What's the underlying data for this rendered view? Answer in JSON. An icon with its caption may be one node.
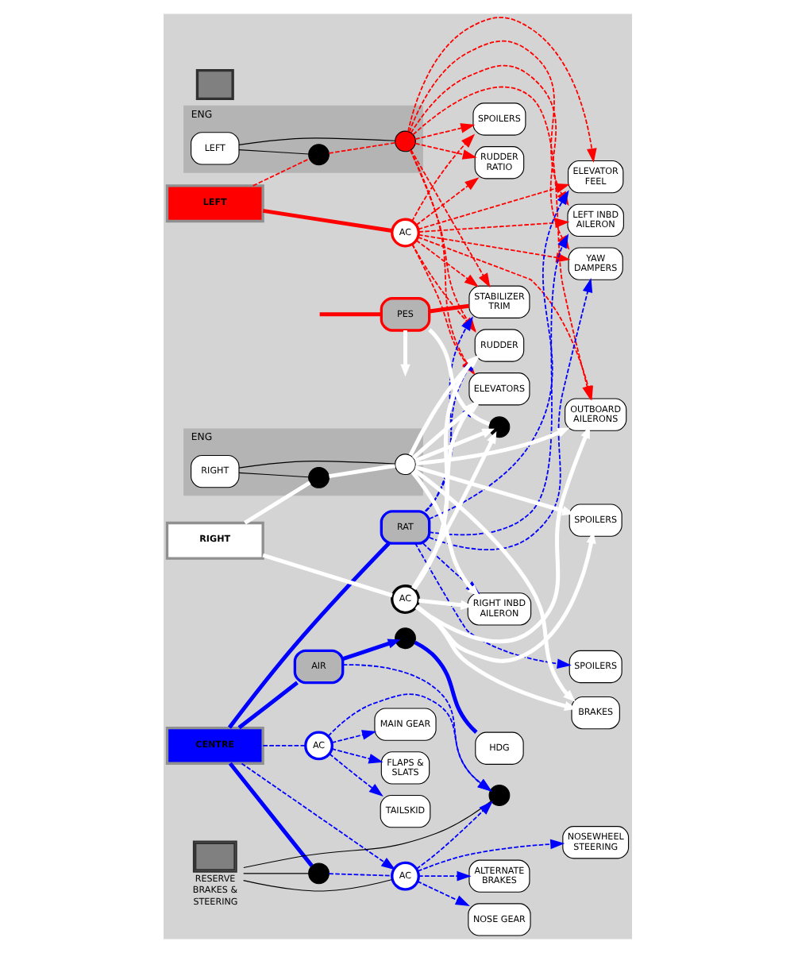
{
  "diagram": {
    "nodes": [
      {
        "text": [
          "LEFT"
        ]
      },
      {
        "text": [
          "CENTRE"
        ]
      },
      {
        "text": [
          "RIGHT"
        ]
      },
      {
        "text": [
          "ENG"
        ]
      },
      {
        "text": [
          "LEFT"
        ],
        "in": 3
      },
      {
        "text": [],
        "shape": "circle",
        "in": 3
      },
      {
        "text": [],
        "shape": "circle",
        "in": 3
      },
      {
        "text": [
          "AC"
        ]
      },
      {
        "text": [],
        "shape": "circle"
      },
      {
        "text": [
          "RESERVE BRAKES & STEERING"
        ]
      },
      {
        "text": [
          "AC"
        ]
      },
      {
        "text": [
          "AC"
        ]
      },
      {
        "text": [
          "AIR"
        ]
      },
      {
        "text": [],
        "shape": "box"
      },
      {
        "text": [
          "RAT"
        ]
      },
      {
        "text": [
          "AC"
        ]
      },
      {
        "text": [
          "ENG"
        ]
      },
      {
        "text": [],
        "shape": "circle",
        "in": 16
      },
      {
        "text": [
          "RIGHT"
        ],
        "in": 16
      },
      {
        "text": [],
        "shape": "circle",
        "in": 16
      },
      {
        "text": [
          "ALTERNATE BRAKES"
        ]
      },
      {
        "text": [],
        "shape": "circle"
      },
      {
        "text": [
          "NOSE GEAR"
        ]
      },
      {
        "text": [],
        "shape": "circle"
      },
      {
        "text": [
          "HDG"
        ]
      },
      {
        "text": [
          "NOSEWHEEL STEERING"
        ]
      },
      {
        "text": [
          "TAILSKID"
        ]
      },
      {
        "text": [
          "MAIN GEAR"
        ]
      },
      {
        "text": [
          "FLAPS & SLATS"
        ]
      },
      {
        "text": [
          "RUDDER RATIO"
        ]
      },
      {
        "text": [
          "ELEVATOR FEEL"
        ]
      },
      {
        "text": [
          "BRAKES"
        ]
      },
      {
        "text": [
          "YAW DAMPERS"
        ]
      },
      {
        "text": [],
        "shape": "circle"
      },
      {
        "text": [
          "PES"
        ]
      },
      {
        "text": [
          "STABILIZER TRIM"
        ]
      },
      {
        "text": [
          "LEFT INBD AILERON"
        ]
      },
      {
        "text": [
          "RIGHT INBD AILERON"
        ]
      },
      {
        "text": [
          "OUTBOARD AILERONS"
        ]
      },
      {
        "text": [
          "SPOILERS"
        ]
      },
      {
        "text": [
          "SPOILERS"
        ]
      },
      {
        "text": [
          "SPOILERS"
        ]
      },
      {
        "text": [
          "ELEVATORS"
        ]
      },
      {
        "text": [
          "RUDDER"
        ]
      }
    ],
    "edges": [
      {
        "from": 0,
        "to": 5,
        "arrow": "none",
        "style": "dashed",
        "color": "#ff0000"
      },
      {
        "from": 5,
        "to": 6,
        "arrow": "none",
        "style": "dashed",
        "color": "#ff0000"
      },
      {
        "from": 0,
        "to": 7,
        "arrow": "none",
        "style": "thick",
        "color": "#ff0000"
      },
      {
        "from": 4,
        "to": 5,
        "arrow": "none",
        "color": "#000000"
      },
      {
        "from": 4,
        "to": 6,
        "arrow": "none",
        "color": "#000000"
      },
      {
        "from": 6,
        "to": 29,
        "arrow": "to",
        "style": "dashed",
        "color": "#ff0000"
      },
      {
        "from": 6,
        "to": 30,
        "arrow": "to",
        "style": "dashed",
        "color": "#ff0000"
      },
      {
        "from": 6,
        "to": 32,
        "arrow": "to",
        "style": "dashed",
        "color": "#ff0000"
      },
      {
        "from": 6,
        "to": 35,
        "arrow": "to",
        "style": "dashed",
        "color": "#ff0000"
      },
      {
        "from": 6,
        "to": 36,
        "arrow": "to",
        "style": "dashed",
        "color": "#ff0000"
      },
      {
        "from": 6,
        "to": 38,
        "arrow": "to",
        "style": "dashed",
        "color": "#ff0000"
      },
      {
        "from": 6,
        "to": 39,
        "arrow": "to",
        "style": "dashed",
        "color": "#ff0000"
      },
      {
        "from": 6,
        "to": 42,
        "arrow": "to",
        "style": "dashed",
        "color": "#ff0000"
      },
      {
        "from": 6,
        "to": 43,
        "arrow": "to",
        "style": "dashed",
        "color": "#ff0000"
      },
      {
        "from": 7,
        "to": 29,
        "arrow": "to",
        "style": "dashed",
        "color": "#ff0000"
      },
      {
        "from": 7,
        "to": 30,
        "arrow": "to",
        "style": "dashed",
        "color": "#ff0000"
      },
      {
        "from": 7,
        "to": 32,
        "arrow": "to",
        "style": "dashed",
        "color": "#ff0000"
      },
      {
        "from": 7,
        "to": 35,
        "arrow": "to",
        "style": "dashed",
        "color": "#ff0000"
      },
      {
        "from": 7,
        "to": 36,
        "arrow": "to",
        "style": "dashed",
        "color": "#ff0000"
      },
      {
        "from": 7,
        "to": 38,
        "arrow": "to",
        "style": "dashed",
        "color": "#ff0000"
      },
      {
        "from": 7,
        "to": 39,
        "arrow": "to",
        "style": "dashed",
        "color": "#ff0000"
      },
      {
        "from": 7,
        "to": 42,
        "arrow": "to",
        "style": "dashed",
        "color": "#ff0000"
      },
      {
        "from": 7,
        "to": 43,
        "arrow": "to",
        "style": "dashed",
        "color": "#ff0000"
      },
      {
        "from": null,
        "to": 34,
        "arrow": "none",
        "style": "thick",
        "color": "#ff0000"
      },
      {
        "from": 34,
        "to": 35,
        "arrow": "none",
        "style": "thick",
        "color": "#ff0000"
      },
      {
        "from": 1,
        "to": 8,
        "arrow": "none",
        "style": "thick",
        "color": "#0000ff"
      },
      {
        "from": 8,
        "to": 10,
        "arrow": "none",
        "style": "dashed",
        "color": "#0000ff"
      },
      {
        "from": 1,
        "to": 10,
        "arrow": "to",
        "style": "dashed",
        "color": "#0000ff"
      },
      {
        "from": 1,
        "to": 11,
        "arrow": "none",
        "style": "dashed",
        "color": "#0000ff"
      },
      {
        "from": 1,
        "to": 12,
        "arrow": "none",
        "style": "thick",
        "color": "#0000ff"
      },
      {
        "from": 1,
        "to": 14,
        "arrow": "none",
        "style": "thick",
        "color": "#0000ff"
      },
      {
        "from": 9,
        "to": 8,
        "arrow": "none",
        "color": "#000000"
      },
      {
        "from": 9,
        "to": 10,
        "arrow": "none",
        "color": "#000000"
      },
      {
        "from": 9,
        "to": 21,
        "arrow": "none",
        "color": "#000000"
      },
      {
        "from": 10,
        "to": 20,
        "arrow": "to",
        "style": "dashed",
        "color": "#0000ff"
      },
      {
        "from": 10,
        "to": 22,
        "arrow": "to",
        "style": "dashed",
        "color": "#0000ff"
      },
      {
        "from": 10,
        "to": 25,
        "arrow": "to",
        "style": "dashed",
        "color": "#0000ff"
      },
      {
        "from": 10,
        "to": 21,
        "arrow": "to",
        "style": "dashed",
        "color": "#0000ff"
      },
      {
        "from": 11,
        "to": 21,
        "arrow": "to",
        "style": "dashed",
        "color": "#0000ff"
      },
      {
        "from": 12,
        "to": 21,
        "arrow": "to",
        "style": "dashed",
        "color": "#0000ff"
      },
      {
        "from": 11,
        "to": 26,
        "arrow": "to",
        "style": "dashed",
        "color": "#0000ff"
      },
      {
        "from": 11,
        "to": 27,
        "arrow": "to",
        "style": "dashed",
        "color": "#0000ff"
      },
      {
        "from": 11,
        "to": 28,
        "arrow": "to",
        "style": "dashed",
        "color": "#0000ff"
      },
      {
        "from": 12,
        "to": 23,
        "arrow": "to",
        "style": "thick",
        "color": "#0000ff"
      },
      {
        "from": 23,
        "to": 24,
        "arrow": "none",
        "style": "thick",
        "color": "#0000ff"
      },
      {
        "from": 14,
        "to": 30,
        "arrow": "to",
        "style": "dashed",
        "color": "#0000ff"
      },
      {
        "from": 14,
        "to": 32,
        "arrow": "to",
        "style": "dashed",
        "color": "#0000ff"
      },
      {
        "from": 14,
        "to": 35,
        "arrow": "to",
        "style": "dashed",
        "color": "#0000ff"
      },
      {
        "from": 14,
        "to": 36,
        "arrow": "to",
        "style": "dashed",
        "color": "#0000ff"
      },
      {
        "from": 14,
        "to": 37,
        "arrow": "to",
        "style": "dashed",
        "color": "#0000ff"
      },
      {
        "from": 14,
        "to": 40,
        "arrow": "to",
        "style": "dashed",
        "color": "#0000ff"
      },
      {
        "from": 14,
        "to": 42,
        "arrow": "to",
        "style": "dashed",
        "color": "#0000ff"
      },
      {
        "from": 14,
        "to": 43,
        "arrow": "to",
        "style": "dashed",
        "color": "#0000ff"
      },
      {
        "from": 2,
        "to": 17,
        "arrow": "none",
        "style": "thick",
        "color": "#ffffff"
      },
      {
        "from": 17,
        "to": 19,
        "arrow": "none",
        "style": "thick",
        "color": "#ffffff"
      },
      {
        "from": 2,
        "to": 15,
        "arrow": "none",
        "style": "thick",
        "color": "#ffffff"
      },
      {
        "from": 18,
        "to": 17,
        "arrow": "none",
        "color": "#000000"
      },
      {
        "from": 18,
        "to": 19,
        "arrow": "none",
        "color": "#000000"
      },
      {
        "from": 19,
        "to": 31,
        "arrow": "to",
        "style": "thick",
        "color": "#ffffff"
      },
      {
        "from": 19,
        "to": 33,
        "arrow": "to",
        "style": "thick",
        "color": "#ffffff"
      },
      {
        "from": 19,
        "to": 37,
        "arrow": "to",
        "style": "thick",
        "color": "#ffffff"
      },
      {
        "from": 19,
        "to": 38,
        "arrow": "to",
        "style": "thick",
        "color": "#ffffff"
      },
      {
        "from": 19,
        "to": 41,
        "arrow": "to",
        "style": "thick",
        "color": "#ffffff"
      },
      {
        "from": 19,
        "to": 42,
        "arrow": "to",
        "style": "thick",
        "color": "#ffffff"
      },
      {
        "from": 19,
        "to": 43,
        "arrow": "to",
        "style": "thick",
        "color": "#ffffff"
      },
      {
        "from": 15,
        "to": 31,
        "arrow": "to",
        "style": "thick",
        "color": "#ffffff"
      },
      {
        "from": 15,
        "to": 33,
        "arrow": "to",
        "style": "thick",
        "color": "#ffffff"
      },
      {
        "from": 15,
        "to": 37,
        "arrow": "to",
        "style": "thick",
        "color": "#ffffff"
      },
      {
        "from": 15,
        "to": 38,
        "arrow": "to",
        "style": "thick",
        "color": "#ffffff"
      },
      {
        "from": 15,
        "to": 41,
        "arrow": "to",
        "style": "thick",
        "color": "#ffffff"
      },
      {
        "from": 15,
        "to": 42,
        "arrow": "to",
        "style": "thick",
        "color": "#ffffff"
      },
      {
        "from": 15,
        "to": 43,
        "arrow": "to",
        "style": "thick",
        "color": "#ffffff"
      },
      {
        "from": 34,
        "to": 33,
        "arrow": "none",
        "style": "thick",
        "color": "#ffffff"
      },
      {
        "from": 34,
        "to": null,
        "arrow": "to",
        "style": "thick",
        "color": "#ffffff"
      }
    ]
  }
}
